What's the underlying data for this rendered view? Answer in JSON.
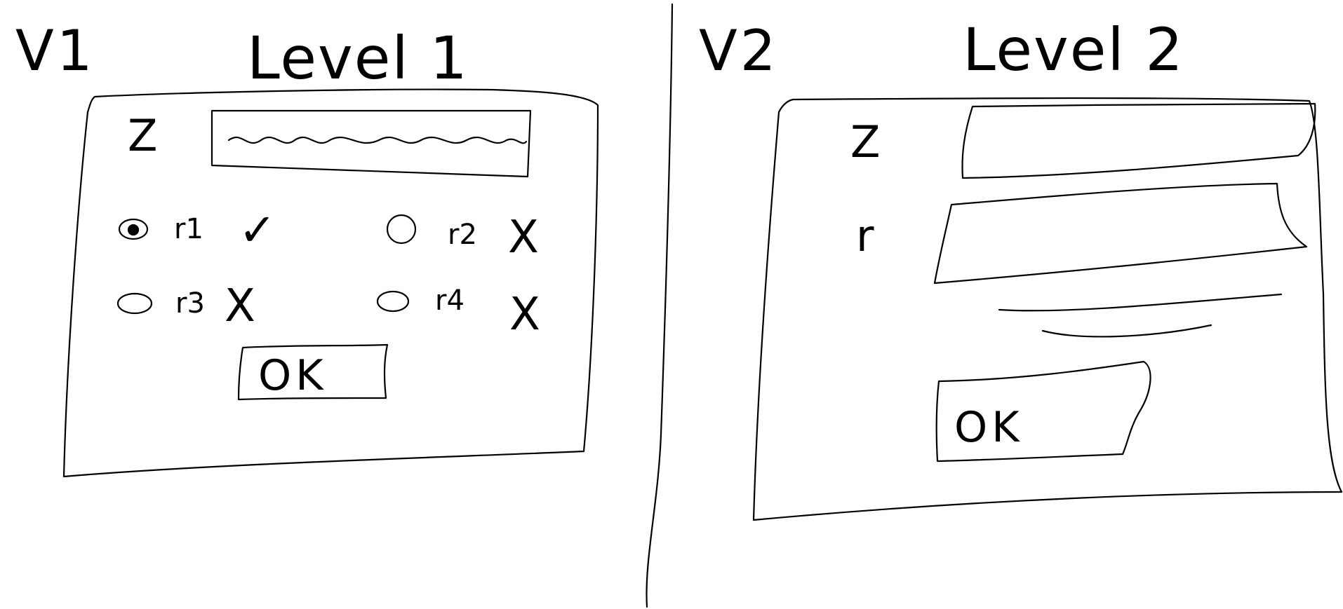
{
  "views": [
    {
      "label": "V1",
      "level": "Level 1",
      "field": {
        "label": "Z"
      },
      "radios": [
        {
          "label": "r1",
          "selected": true,
          "mark": "✓"
        },
        {
          "label": "r2",
          "selected": false,
          "mark": "X"
        },
        {
          "label": "r3",
          "selected": false,
          "mark": "X"
        },
        {
          "label": "r4",
          "selected": false,
          "mark": "X"
        }
      ],
      "ok_label": "OK"
    },
    {
      "label": "V2",
      "level": "Level 2",
      "fields": [
        {
          "label": "Z"
        },
        {
          "label": "r"
        }
      ],
      "ok_label": "OK"
    }
  ]
}
